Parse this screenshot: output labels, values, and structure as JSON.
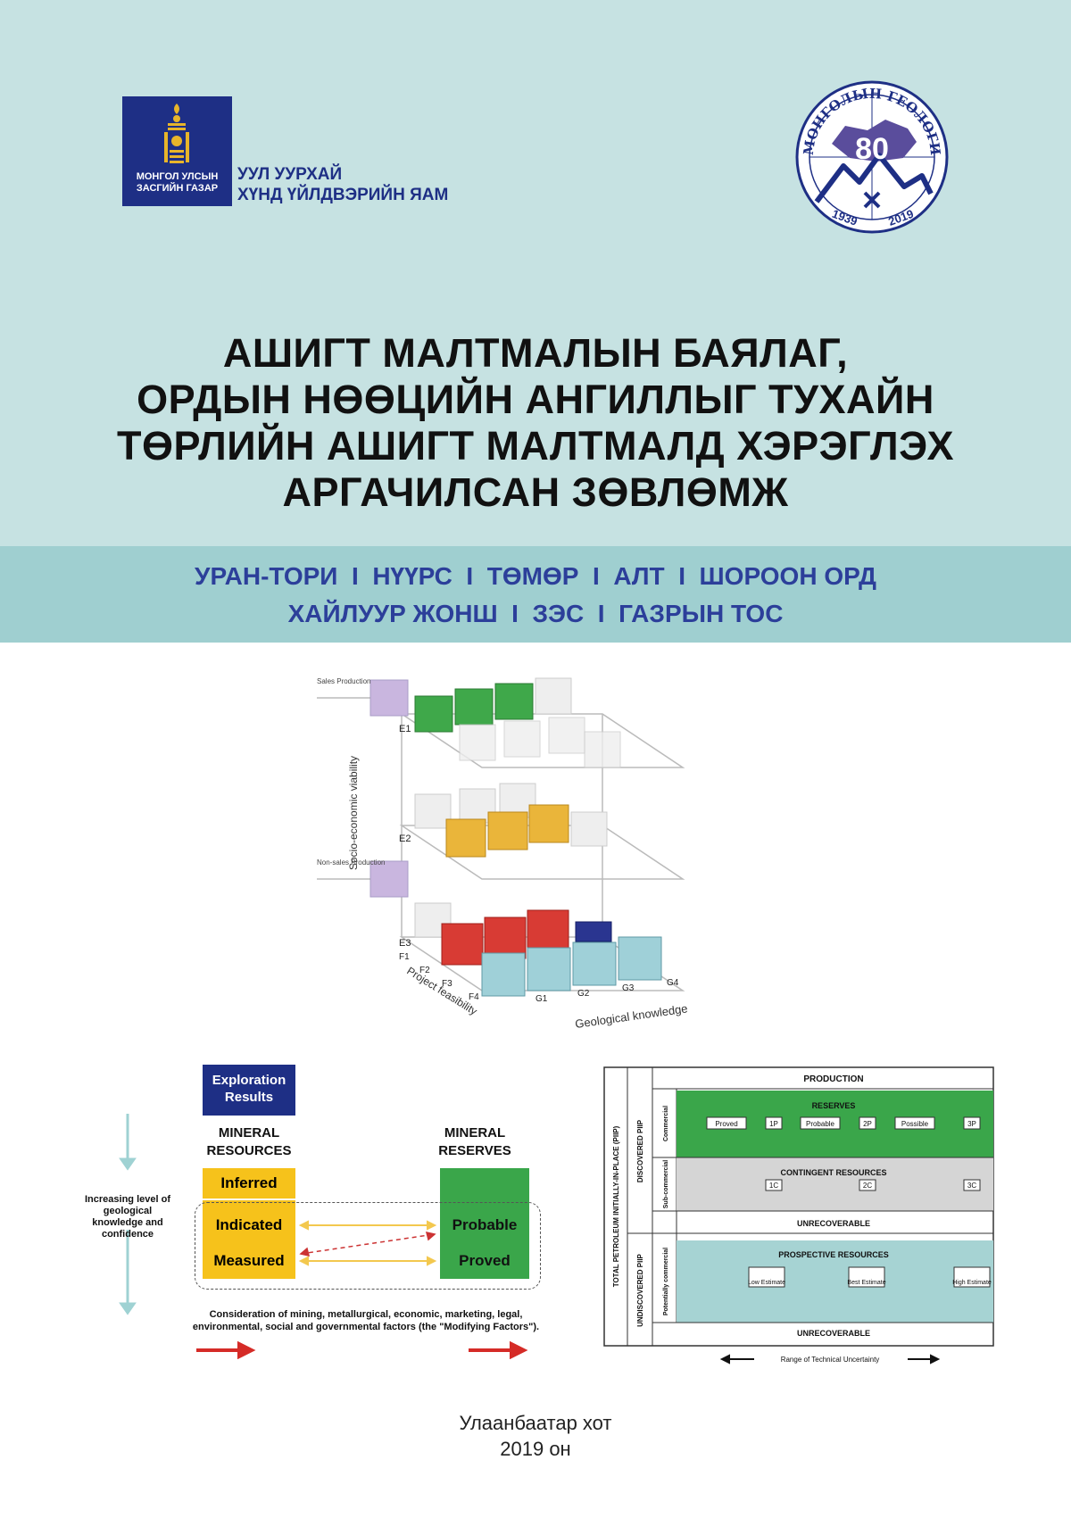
{
  "header": {
    "emblem_text_1": "МОНГОЛ УЛСЫН",
    "emblem_text_2": "ЗАСГИЙН ГАЗАР",
    "ministry_line1": "УУЛ УУРХАЙ",
    "ministry_line2": "ХҮНД ҮЙЛДВЭРИЙН ЯАМ",
    "badge_number": "80",
    "badge_arc": "МОНГОЛЫН ГЕОЛОГИ",
    "badge_year_start": "1939",
    "badge_year_end": "2019"
  },
  "title": {
    "line1": "АШИГТ МАЛТМАЛЫН БАЯЛАГ,",
    "line2": "ОРДЫН НӨӨЦИЙН АНГИЛЛЫГ ТУХАЙН",
    "line3": "ТӨРЛИЙН АШИГТ МАЛТМАЛД ХЭРЭГЛЭХ",
    "line4": "АРГАЧИЛСАН ЗӨВЛӨМЖ"
  },
  "subtitle": {
    "line1": "УРАН-ТОРИ  I  НҮҮРС  I  ТӨМӨР  I  АЛТ  I  ШОРООН ОРД",
    "line2": "ХАЙЛУУР ЖОНШ  I  ЗЭС  I  ГАЗРЫН ТОС"
  },
  "cube": {
    "y_axis": "Socio-economic viability",
    "x_axis": "Geological knowledge",
    "z_axis": "Project feasibility",
    "sales": "Sales Production",
    "nonsales": "Non-sales Production",
    "e_labels": [
      "E1",
      "E2",
      "E3"
    ],
    "f_labels": [
      "F1",
      "F2",
      "F3",
      "F4"
    ],
    "g_labels": [
      "G1",
      "G2",
      "G3",
      "G4"
    ]
  },
  "flow": {
    "exploration": "Exploration Results",
    "resources_head": "MINERAL RESOURCES",
    "reserves_head": "MINERAL RESERVES",
    "inferred": "Inferred",
    "indicated": "Indicated",
    "measured": "Measured",
    "probable": "Probable",
    "proved": "Proved",
    "side_note": "Increasing level of geological knowledge and confidence",
    "footnote": "Consideration of mining, metallurgical, economic, marketing, legal, environmental, social and governmental factors (the \"Modifying Factors\")."
  },
  "petroleum": {
    "total": "TOTAL PETROLEUM INITIALLY-IN-PLACE (PIIP)",
    "discovered": "DISCOVERED PIIP",
    "undiscovered": "UNDISCOVERED PIIP",
    "commercial": "Commercial",
    "sub_commercial": "Sub-commercial",
    "potentially_commercial": "Potentially commercial",
    "production": "PRODUCTION",
    "reserves": "RESERVES",
    "proved": "Proved",
    "p1": "1P",
    "probable": "Probable",
    "p2": "2P",
    "possible": "Possible",
    "p3": "3P",
    "contingent": "CONTINGENT RESOURCES",
    "c1": "1C",
    "c2": "2C",
    "c3": "3C",
    "unrecoverable": "UNRECOVERABLE",
    "prospective": "PROSPECTIVE RESOURCES",
    "low": "Low Estimate",
    "best": "Best Estimate",
    "high": "High Estimate",
    "range": "Range of Technical Uncertainty"
  },
  "footer": {
    "city": "Улаанбаатар хот",
    "year": "2019 он"
  },
  "colors": {
    "navy": "#1e2f85",
    "light_band": "#c6e2e2",
    "teal_band": "#9fcfd0",
    "green": "#3aa64a",
    "yellow": "#f6c21b",
    "red": "#d52b27"
  }
}
